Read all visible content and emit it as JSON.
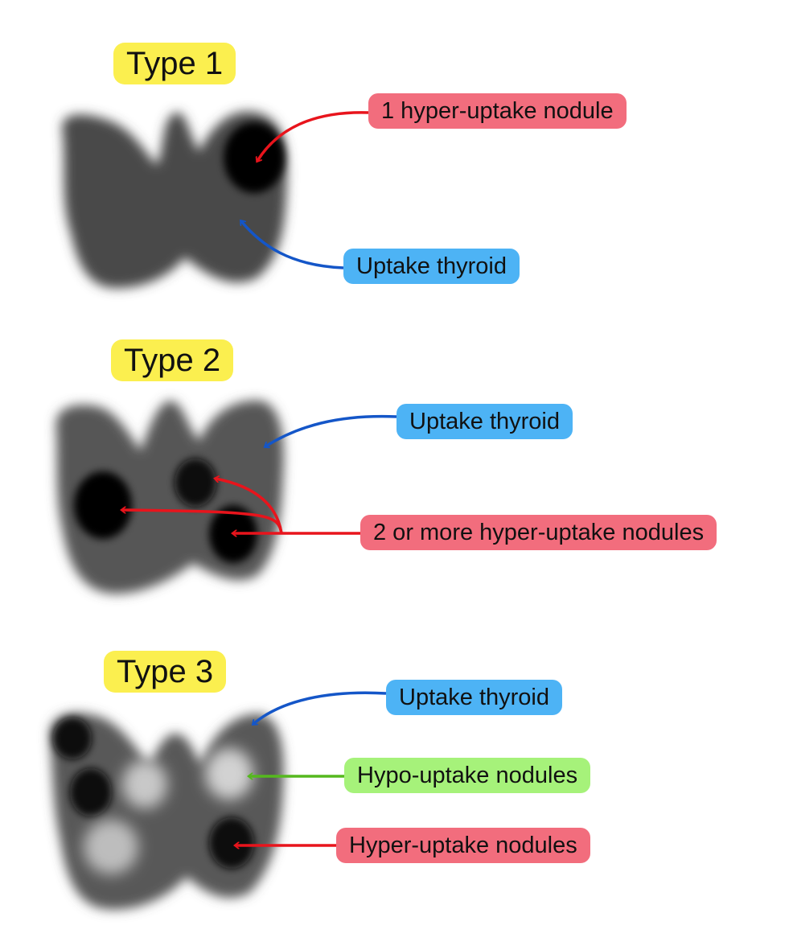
{
  "colors": {
    "type_label_bg": "#fbef4f",
    "hyper_uptake": "#f26d7d",
    "uptake_thyroid": "#4db3f5",
    "hypo_uptake": "#a6f27a",
    "arrow_red": "#e8141c",
    "arrow_blue": "#1456c8",
    "arrow_green": "#55b81e",
    "gland_gray": "#4a4a4a"
  },
  "panels": [
    {
      "type_label": "Type 1",
      "callouts": {
        "hyper": "1 hyper-uptake nodule",
        "uptake": "Uptake thyroid"
      }
    },
    {
      "type_label": "Type 2",
      "callouts": {
        "uptake": "Uptake thyroid",
        "hyper": "2 or more hyper-uptake nodules"
      }
    },
    {
      "type_label": "Type 3",
      "callouts": {
        "uptake": "Uptake thyroid",
        "hypo": "Hypo-uptake nodules",
        "hyper": "Hyper-uptake nodules"
      }
    }
  ]
}
